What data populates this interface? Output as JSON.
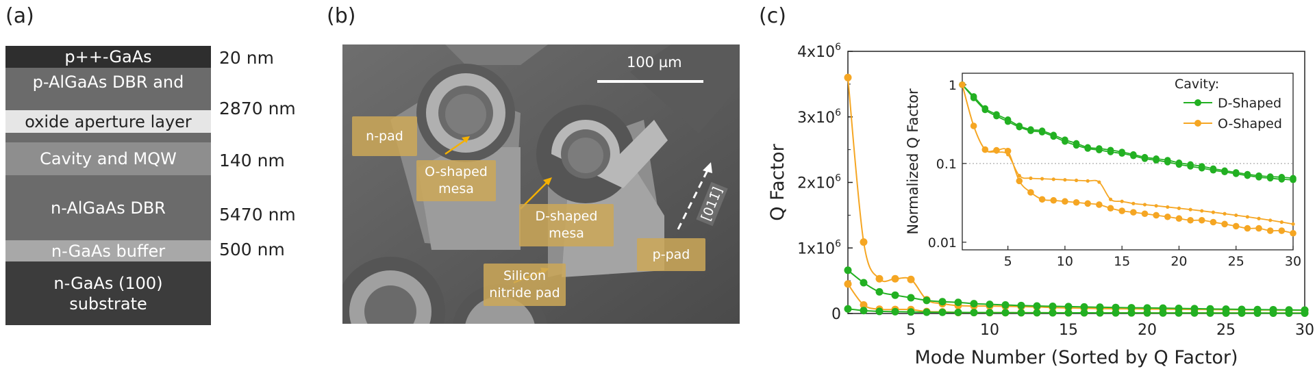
{
  "panels": {
    "a": "(a)",
    "b": "(b)",
    "c": "(c)"
  },
  "stack": {
    "layers": [
      {
        "label": "p++-GaAs",
        "thickness": "20 nm"
      },
      {
        "label_line1": "p-AlGaAs DBR and",
        "label_line2": "oxide aperture layer",
        "thickness": "2870 nm"
      },
      {
        "label": "Cavity and MQW",
        "thickness": "140 nm"
      },
      {
        "label": "n-AlGaAs DBR",
        "thickness": "5470 nm"
      },
      {
        "label": "n-GaAs buffer",
        "thickness": "500 nm"
      },
      {
        "label_line1": "n-GaAs (100)",
        "label_line2": "substrate"
      }
    ]
  },
  "sem": {
    "scale_bar": "100 µm",
    "direction": "[011̄]",
    "labels": {
      "npad": "n-pad",
      "omesa_1": "O-shaped",
      "omesa_2": "mesa",
      "dmesa_1": "D-shaped",
      "dmesa_2": "mesa",
      "ppad": "p-pad",
      "sin_1": "Silicon",
      "sin_2": "nitride pad"
    }
  },
  "chart_data": [
    {
      "type": "line",
      "xlabel": "Mode Number (Sorted by Q Factor)",
      "ylabel": "Q Factor",
      "xlim": [
        1,
        30
      ],
      "ylim": [
        0,
        4000000
      ],
      "x_ticks": [
        5,
        10,
        15,
        20,
        25,
        30
      ],
      "y_ticks": [
        "0",
        "1x10⁶",
        "2x10⁶",
        "3x10⁶",
        "4x10⁶"
      ],
      "colors": {
        "d": "#22b022",
        "o": "#f5a623"
      },
      "series": [
        {
          "key": "o",
          "x": [
            1,
            2,
            3,
            4,
            5,
            6,
            7,
            8,
            9,
            10,
            11,
            12,
            13,
            14,
            15,
            16,
            17,
            18,
            19,
            20,
            21,
            22,
            23,
            24,
            25,
            26,
            27,
            28,
            29,
            30
          ],
          "values": [
            3600000,
            1090000,
            530000,
            530000,
            520000,
            210000,
            150000,
            120000,
            115000,
            113000,
            110000,
            105000,
            100000,
            90000,
            85000,
            80000,
            75000,
            72000,
            70000,
            68000,
            66000,
            64000,
            62000,
            60000,
            58000,
            56000,
            55000,
            53000,
            52000,
            50000
          ]
        },
        {
          "key": "o",
          "x": [
            1,
            2,
            3,
            4,
            5,
            6,
            7,
            8,
            9,
            10,
            11,
            12,
            13,
            14,
            15,
            16,
            17,
            18,
            19,
            20,
            21,
            22,
            23,
            24,
            25,
            26,
            27,
            28,
            29,
            30
          ],
          "values": [
            450000,
            130000,
            65000,
            62000,
            60000,
            30000,
            25000,
            15000,
            14000,
            13500,
            13000,
            12500,
            12000,
            11500,
            11000,
            10500,
            10200,
            10000,
            9800,
            9600,
            9400,
            9200,
            9000,
            8800,
            8600,
            8400,
            8200,
            8000,
            7800,
            7600
          ]
        },
        {
          "key": "d",
          "x": [
            1,
            2,
            3,
            4,
            5,
            6,
            7,
            8,
            9,
            10,
            11,
            12,
            13,
            14,
            15,
            16,
            17,
            18,
            19,
            20,
            21,
            22,
            23,
            24,
            25,
            26,
            27,
            28,
            29,
            30
          ],
          "values": [
            660000,
            470000,
            330000,
            280000,
            240000,
            200000,
            180000,
            170000,
            150000,
            140000,
            130000,
            122000,
            115000,
            110000,
            106000,
            100000,
            96000,
            92000,
            88000,
            85000,
            82000,
            78000,
            74000,
            70000,
            66000,
            63000,
            60000,
            58000,
            55000,
            52000
          ]
        },
        {
          "key": "d",
          "x": [
            1,
            2,
            3,
            4,
            5,
            6,
            7,
            8,
            9,
            10,
            11,
            12,
            13,
            14,
            15,
            16,
            17,
            18,
            19,
            20,
            21,
            22,
            23,
            24,
            25,
            26,
            27,
            28,
            29,
            30
          ],
          "values": [
            70000,
            45000,
            32000,
            28000,
            24000,
            20000,
            18000,
            17000,
            15000,
            14000,
            13000,
            12200,
            11500,
            11000,
            10600,
            10000,
            9600,
            9200,
            8800,
            8500,
            8200,
            7800,
            7400,
            7000,
            6600,
            6300,
            6000,
            5800,
            5500,
            5200
          ]
        }
      ]
    },
    {
      "type": "line",
      "xlabel": "",
      "ylabel": "Normalized Q Factor",
      "scale": "log",
      "xlim": [
        1,
        30
      ],
      "ylim": [
        0.008,
        1.4
      ],
      "x_ticks": [
        5,
        10,
        15,
        20,
        25,
        30
      ],
      "y_ticks": [
        "1",
        "0.1",
        "0.01"
      ],
      "reference_line": 0.1,
      "legend": {
        "title": "Cavity:",
        "position": "top-right",
        "items": [
          {
            "key": "d",
            "name": "D-Shaped"
          },
          {
            "key": "o",
            "name": "O-Shaped"
          }
        ]
      },
      "series": [
        {
          "key": "d",
          "x": [
            1,
            2,
            3,
            4,
            5,
            6,
            7,
            8,
            9,
            10,
            11,
            12,
            13,
            14,
            15,
            16,
            17,
            18,
            19,
            20,
            21,
            22,
            23,
            24,
            25,
            26,
            27,
            28,
            29,
            30
          ],
          "values": [
            1.0,
            0.71,
            0.5,
            0.42,
            0.36,
            0.3,
            0.27,
            0.26,
            0.23,
            0.2,
            0.18,
            0.16,
            0.155,
            0.148,
            0.14,
            0.13,
            0.12,
            0.115,
            0.11,
            0.102,
            0.097,
            0.092,
            0.086,
            0.081,
            0.077,
            0.073,
            0.07,
            0.068,
            0.067,
            0.065
          ]
        },
        {
          "key": "d",
          "x": [
            1,
            2,
            3,
            4,
            5,
            6,
            7,
            8,
            9,
            10,
            11,
            12,
            13,
            14,
            15,
            16,
            17,
            18,
            19,
            20,
            21,
            22,
            23,
            24,
            25,
            26,
            27,
            28,
            29,
            30
          ],
          "values": [
            1.0,
            0.68,
            0.48,
            0.4,
            0.34,
            0.29,
            0.26,
            0.25,
            0.22,
            0.19,
            0.17,
            0.155,
            0.148,
            0.14,
            0.134,
            0.125,
            0.115,
            0.11,
            0.104,
            0.097,
            0.092,
            0.087,
            0.082,
            0.078,
            0.074,
            0.07,
            0.067,
            0.065,
            0.063,
            0.062
          ]
        },
        {
          "key": "o",
          "x": [
            1,
            2,
            3,
            4,
            5,
            6,
            7,
            8,
            9,
            10,
            11,
            12,
            13,
            14,
            15,
            16,
            17,
            18,
            19,
            20,
            21,
            22,
            23,
            24,
            25,
            26,
            27,
            28,
            29,
            30
          ],
          "values": [
            1.0,
            0.3,
            0.15,
            0.147,
            0.144,
            0.06,
            0.043,
            0.035,
            0.034,
            0.033,
            0.032,
            0.031,
            0.03,
            0.027,
            0.025,
            0.024,
            0.023,
            0.022,
            0.021,
            0.02,
            0.019,
            0.019,
            0.018,
            0.017,
            0.016,
            0.015,
            0.015,
            0.014,
            0.014,
            0.013
          ]
        },
        {
          "key": "o",
          "x": [
            1,
            2,
            3,
            4,
            5,
            6,
            7,
            8,
            9,
            10,
            11,
            12,
            13,
            14,
            15,
            16,
            17,
            18,
            19,
            20,
            21,
            22,
            23,
            24,
            25,
            26,
            27,
            28,
            29,
            30
          ],
          "values": [
            1.0,
            0.3,
            0.15,
            0.14,
            0.13,
            0.07,
            0.065,
            0.064,
            0.063,
            0.062,
            0.061,
            0.06,
            0.058,
            0.035,
            0.033,
            0.031,
            0.03,
            0.029,
            0.028,
            0.027,
            0.026,
            0.025,
            0.024,
            0.023,
            0.022,
            0.021,
            0.02,
            0.019,
            0.018,
            0.017
          ]
        }
      ]
    }
  ]
}
